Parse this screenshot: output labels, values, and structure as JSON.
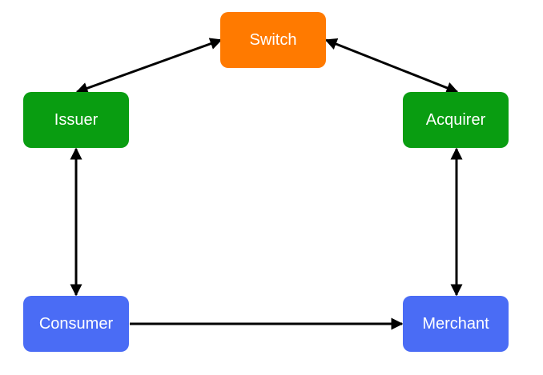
{
  "colors": {
    "switch": "#FF7A00",
    "issuer": "#099D11",
    "acquirer": "#099D11",
    "consumer": "#4A6CF5",
    "merchant": "#4A6CF5",
    "connector": "#000000"
  },
  "nodes": {
    "switch": "Switch",
    "issuer": "Issuer",
    "acquirer": "Acquirer",
    "consumer": "Consumer",
    "merchant": "Merchant"
  },
  "edges": [
    {
      "from": "switch",
      "to": "issuer",
      "direction": "both"
    },
    {
      "from": "switch",
      "to": "acquirer",
      "direction": "both"
    },
    {
      "from": "issuer",
      "to": "consumer",
      "direction": "both"
    },
    {
      "from": "acquirer",
      "to": "merchant",
      "direction": "both"
    },
    {
      "from": "consumer",
      "to": "merchant",
      "direction": "forward"
    }
  ]
}
